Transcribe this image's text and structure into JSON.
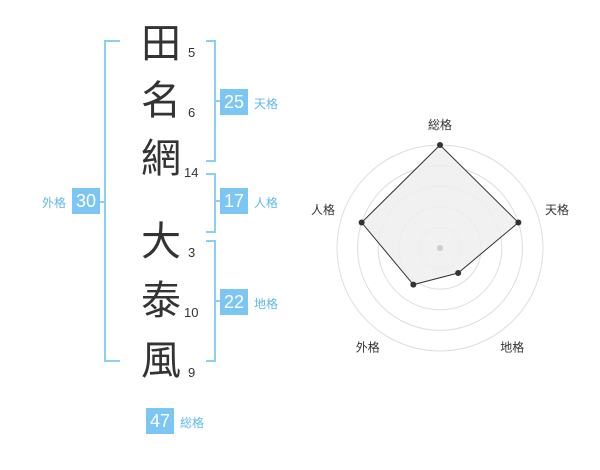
{
  "name_chars": [
    {
      "char": "田",
      "strokes": "5"
    },
    {
      "char": "名",
      "strokes": "6"
    },
    {
      "char": "網",
      "strokes": "14"
    },
    {
      "char": "大",
      "strokes": "3"
    },
    {
      "char": "泰",
      "strokes": "10"
    },
    {
      "char": "風",
      "strokes": "9"
    }
  ],
  "fortunes": {
    "tenkaku": {
      "value": "25",
      "label": "天格"
    },
    "jinkaku": {
      "value": "17",
      "label": "人格"
    },
    "chikaku": {
      "value": "22",
      "label": "地格"
    },
    "gaikaku": {
      "value": "30",
      "label": "外格"
    },
    "soukaku": {
      "value": "47",
      "label": "総格"
    }
  },
  "chart_data": {
    "type": "radar",
    "axes": [
      "総格",
      "天格",
      "地格",
      "外格",
      "人格"
    ],
    "max": 5,
    "values": [
      5,
      4,
      1.5,
      2.2,
      4
    ],
    "fill_color": "#eeeeee",
    "line_color": "#333333",
    "grid": true
  }
}
